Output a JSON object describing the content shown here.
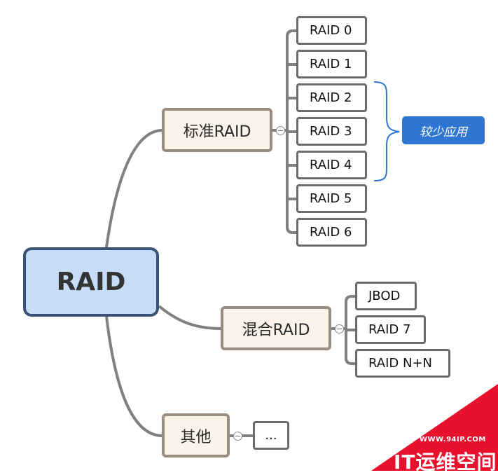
{
  "root": {
    "label": "RAID"
  },
  "branches": {
    "standard": {
      "label": "标准RAID",
      "children": [
        "RAID 0",
        "RAID 1",
        "RAID 2",
        "RAID 3",
        "RAID 4",
        "RAID 5",
        "RAID 6"
      ],
      "note": "较少应用"
    },
    "hybrid": {
      "label": "混合RAID",
      "children": [
        "JBOD",
        "RAID 7",
        "RAID N+N"
      ]
    },
    "other": {
      "label": "其他",
      "children": [
        "..."
      ]
    }
  },
  "watermark": {
    "url": "WWW.94IP.COM",
    "text": "IT运维空间"
  },
  "colors": {
    "root_fill": "#c7dcf7",
    "root_border": "#3b5277",
    "branch_fill": "#fbf3ea",
    "branch_border": "#9b8c80",
    "connector": "#808080",
    "note_fill": "#2f76d2",
    "brace": "#2f76d2",
    "watermark": "#e8112d"
  }
}
